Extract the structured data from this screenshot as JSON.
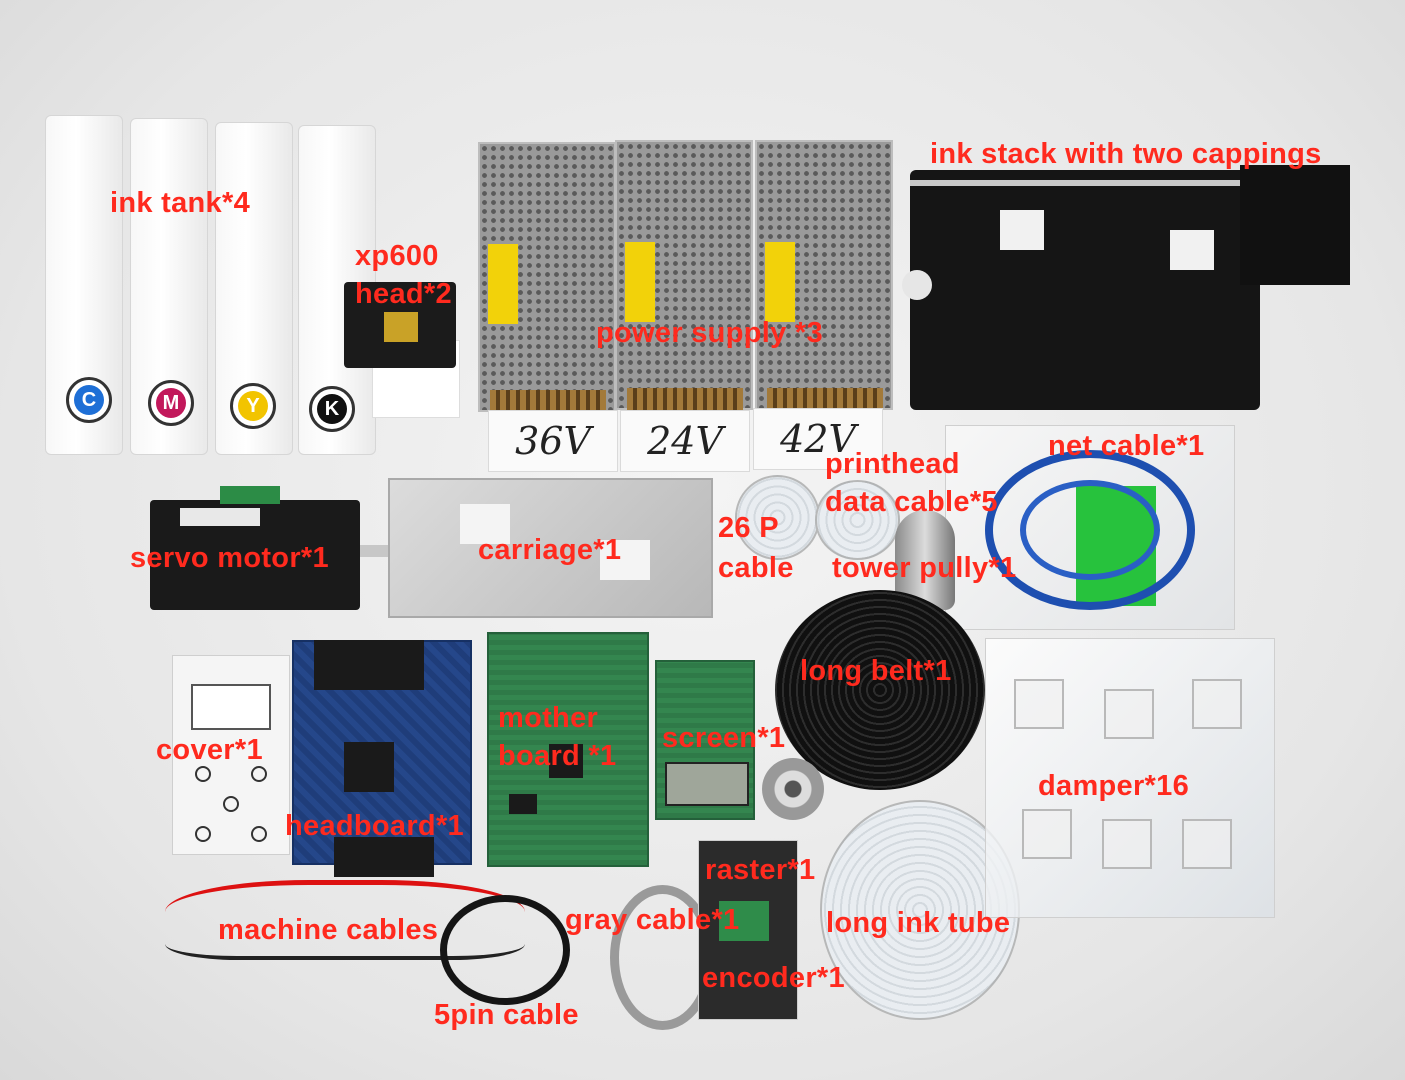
{
  "labels": {
    "ink_tank": "ink tank*4",
    "xp600_line1": "xp600",
    "xp600_line2": "head*2",
    "power_supply": "power supply *3",
    "ink_stack": "ink stack with two cappings",
    "net_cable": "net cable*1",
    "printhead_line1": "printhead",
    "printhead_line2": "data cable*5",
    "servo_motor": "servo motor*1",
    "carriage": "carriage*1",
    "cable26_line1": "26 P",
    "cable26_line2": "cable",
    "tower_pully": "tower pully*1",
    "long_belt": "long belt*1",
    "cover": "cover*1",
    "mother_line1": "mother",
    "mother_line2": "board *1",
    "screen": "screen*1",
    "damper": "damper*16",
    "headboard": "headboard*1",
    "raster": "raster*1",
    "machine_cables": "machine cables",
    "gray_cable": "gray cable*1",
    "long_ink_tube": "long ink tube",
    "encoder": "encoder*1",
    "pin5_cable": "5pin cable"
  },
  "tank_caps": [
    "C",
    "M",
    "Y",
    "K"
  ],
  "psu_boxes": [
    "36V",
    "24V",
    "42V"
  ],
  "colors": {
    "label_red": "#ff2a1e",
    "cyan": "#1e6fd6",
    "magenta": "#c2185b",
    "yellow": "#f2c400",
    "black": "#111111"
  }
}
